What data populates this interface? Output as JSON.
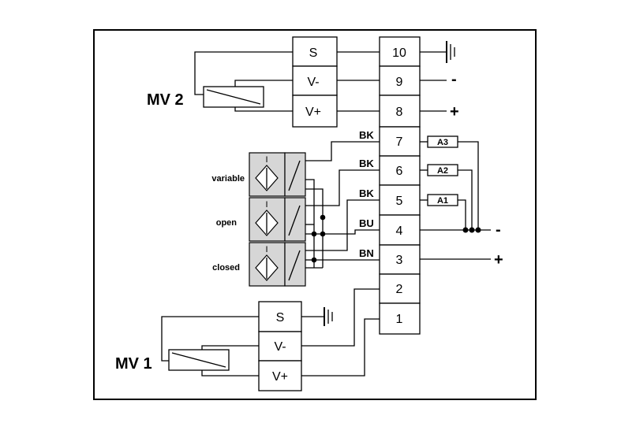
{
  "mv2": {
    "label": "MV 2",
    "terminals": [
      "S",
      "V-",
      "V+"
    ]
  },
  "mv1": {
    "label": "MV 1",
    "terminals": [
      "S",
      "V-",
      "V+"
    ]
  },
  "terminal_block": [
    "10",
    "9",
    "8",
    "7",
    "6",
    "5",
    "4",
    "3",
    "2",
    "1"
  ],
  "wire_colors": {
    "t7": "BK",
    "t6": "BK",
    "t5": "BK",
    "t4": "BU",
    "t3": "BN"
  },
  "resistors": [
    "A3",
    "A2",
    "A1"
  ],
  "polarity": {
    "t9": "-",
    "t8": "+",
    "t4": "-",
    "t3": "+"
  },
  "switches": [
    "variable",
    "open",
    "closed"
  ],
  "sensor_symbol": "I"
}
